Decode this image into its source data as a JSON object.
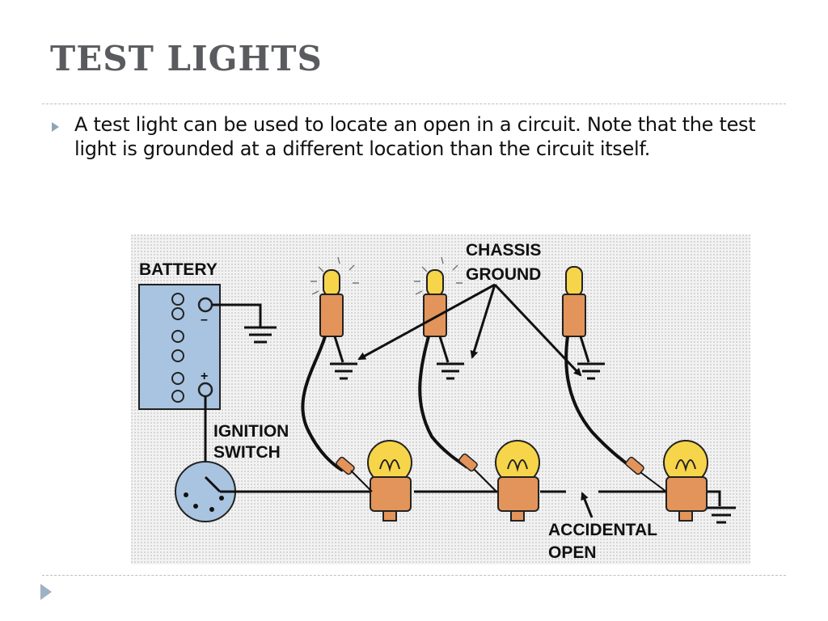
{
  "slide": {
    "title": "TEST LIGHTS",
    "bullet": "A test light can be used to locate an open in a circuit. Note that the test light is grounded at a different location than the circuit itself."
  },
  "diagram": {
    "labels": {
      "battery": "BATTERY",
      "ignition_line1": "IGNITION",
      "ignition_line2": "SWITCH",
      "chassis_line1": "CHASSIS",
      "chassis_line2": "GROUND",
      "open_line1": "ACCIDENTAL",
      "open_line2": "OPEN",
      "battery_negative": "–",
      "battery_positive": "+"
    },
    "colors": {
      "battery_fill": "#a9c4e0",
      "bulb_glass": "#f7d54a",
      "bulb_base": "#e3945a",
      "wire": "#111111",
      "background": "#eeeeee"
    }
  }
}
